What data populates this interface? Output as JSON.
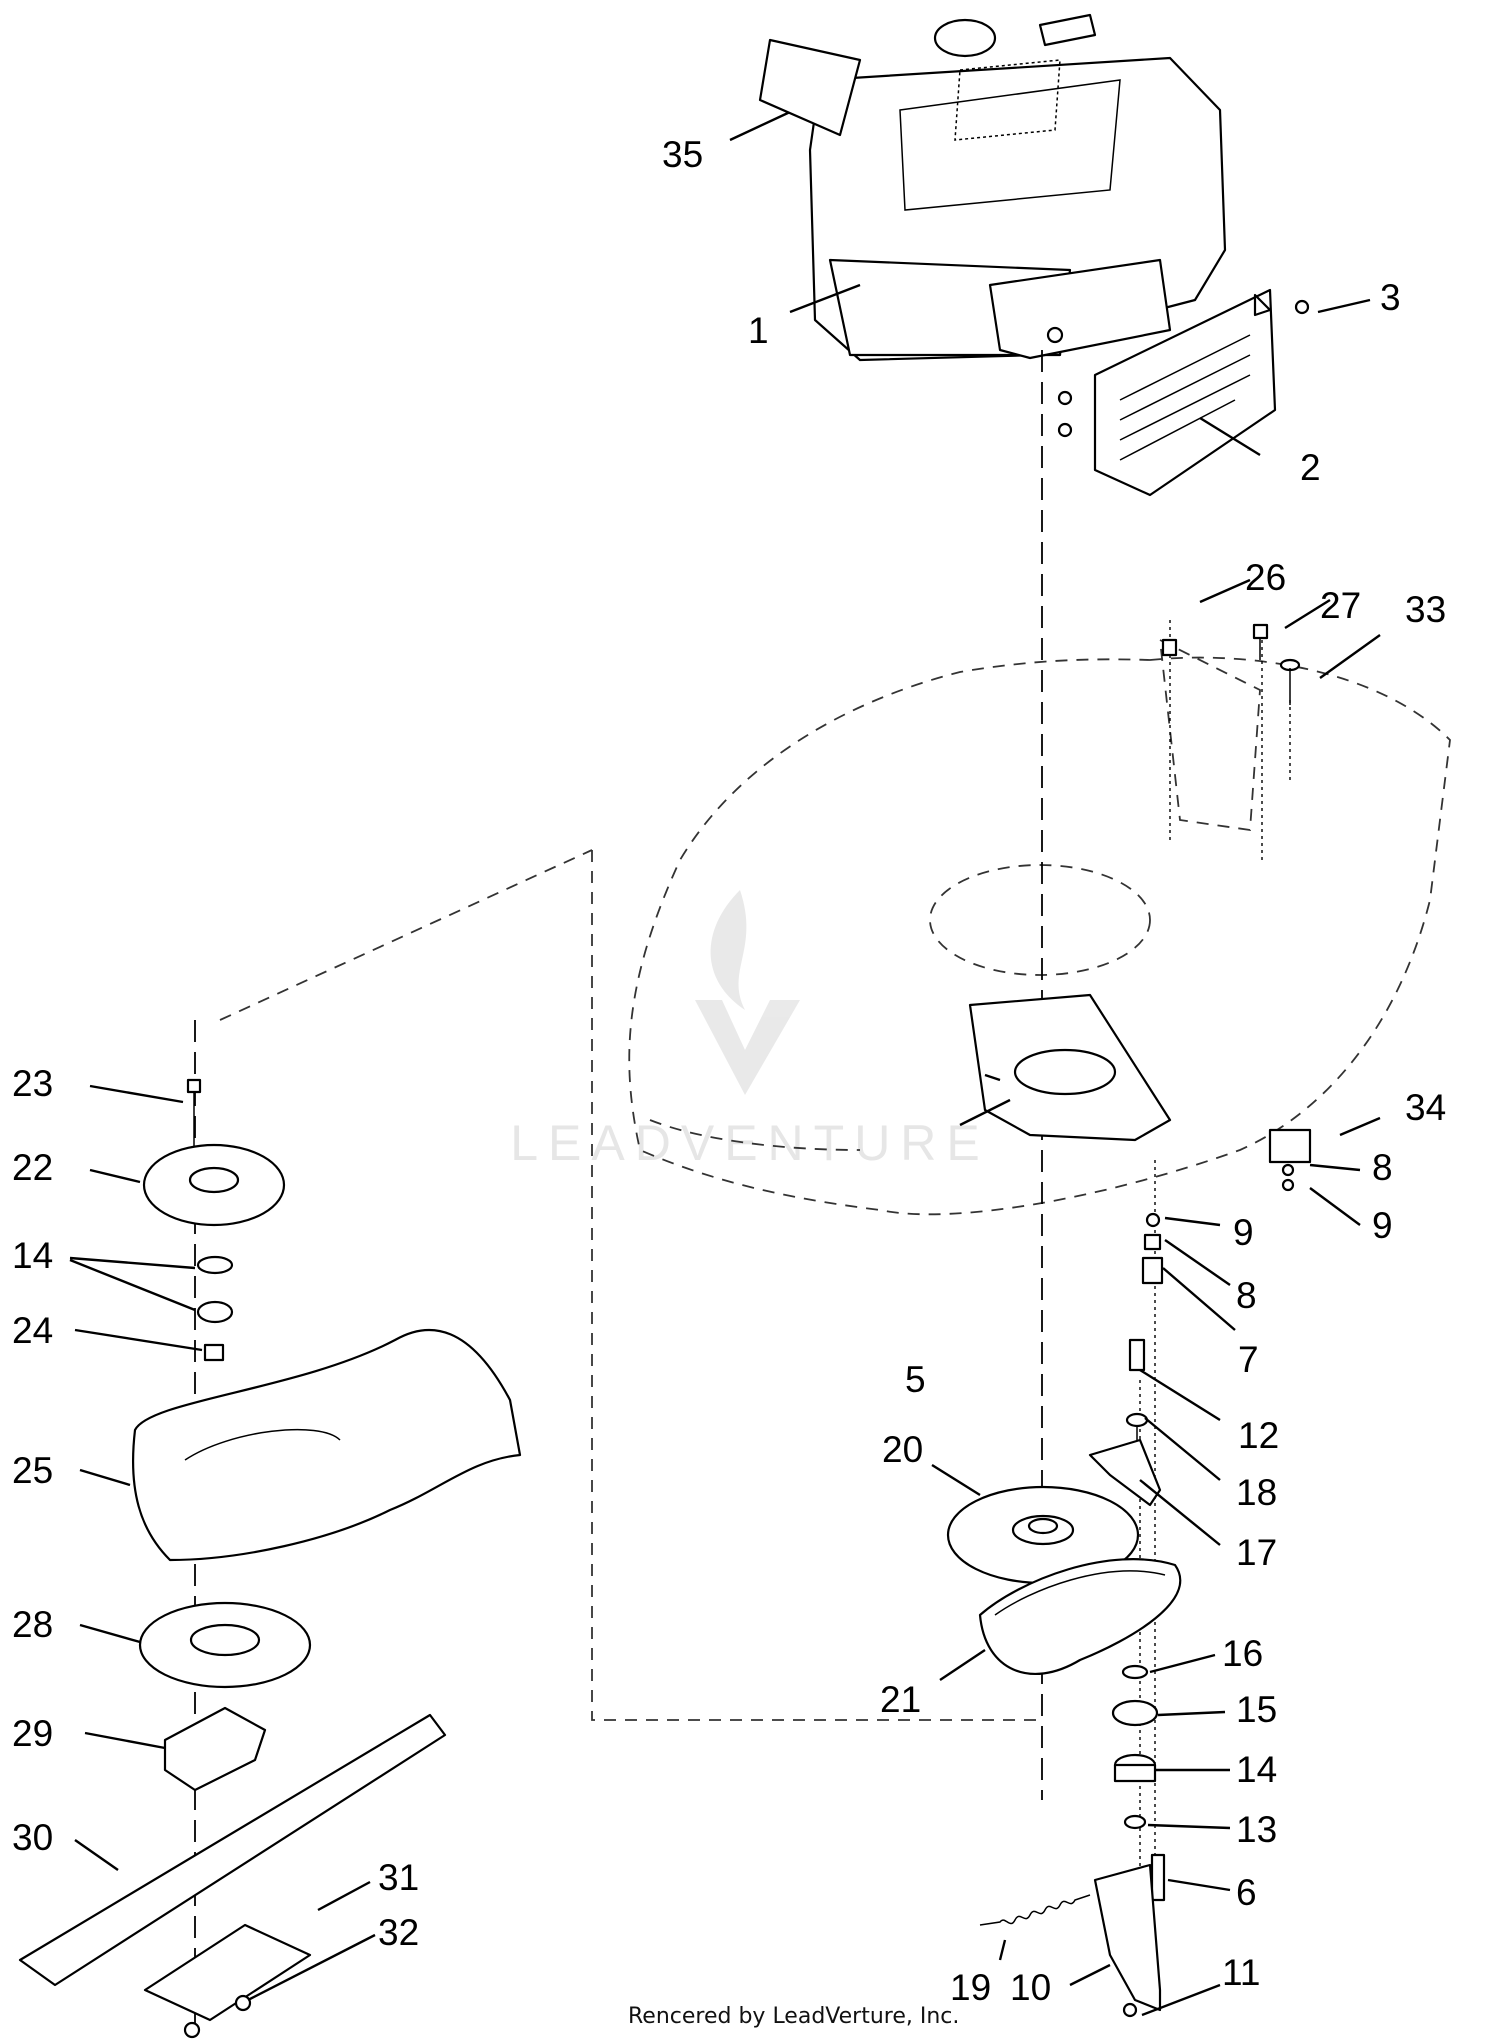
{
  "watermark": {
    "text": "LEADVENTURE"
  },
  "credit": "Rencered by LeadVerture, Inc.",
  "callouts": [
    {
      "n": "1"
    },
    {
      "n": "2"
    },
    {
      "n": "3"
    },
    {
      "n": "5"
    },
    {
      "n": "6"
    },
    {
      "n": "7"
    },
    {
      "n": "8"
    },
    {
      "n": "8"
    },
    {
      "n": "9"
    },
    {
      "n": "9"
    },
    {
      "n": "10"
    },
    {
      "n": "11"
    },
    {
      "n": "12"
    },
    {
      "n": "13"
    },
    {
      "n": "14"
    },
    {
      "n": "14"
    },
    {
      "n": "15"
    },
    {
      "n": "16"
    },
    {
      "n": "17"
    },
    {
      "n": "18"
    },
    {
      "n": "19"
    },
    {
      "n": "20"
    },
    {
      "n": "21"
    },
    {
      "n": "22"
    },
    {
      "n": "23"
    },
    {
      "n": "24"
    },
    {
      "n": "25"
    },
    {
      "n": "26"
    },
    {
      "n": "27"
    },
    {
      "n": "28"
    },
    {
      "n": "29"
    },
    {
      "n": "30"
    },
    {
      "n": "31"
    },
    {
      "n": "32"
    },
    {
      "n": "33"
    },
    {
      "n": "34"
    },
    {
      "n": "35"
    }
  ]
}
